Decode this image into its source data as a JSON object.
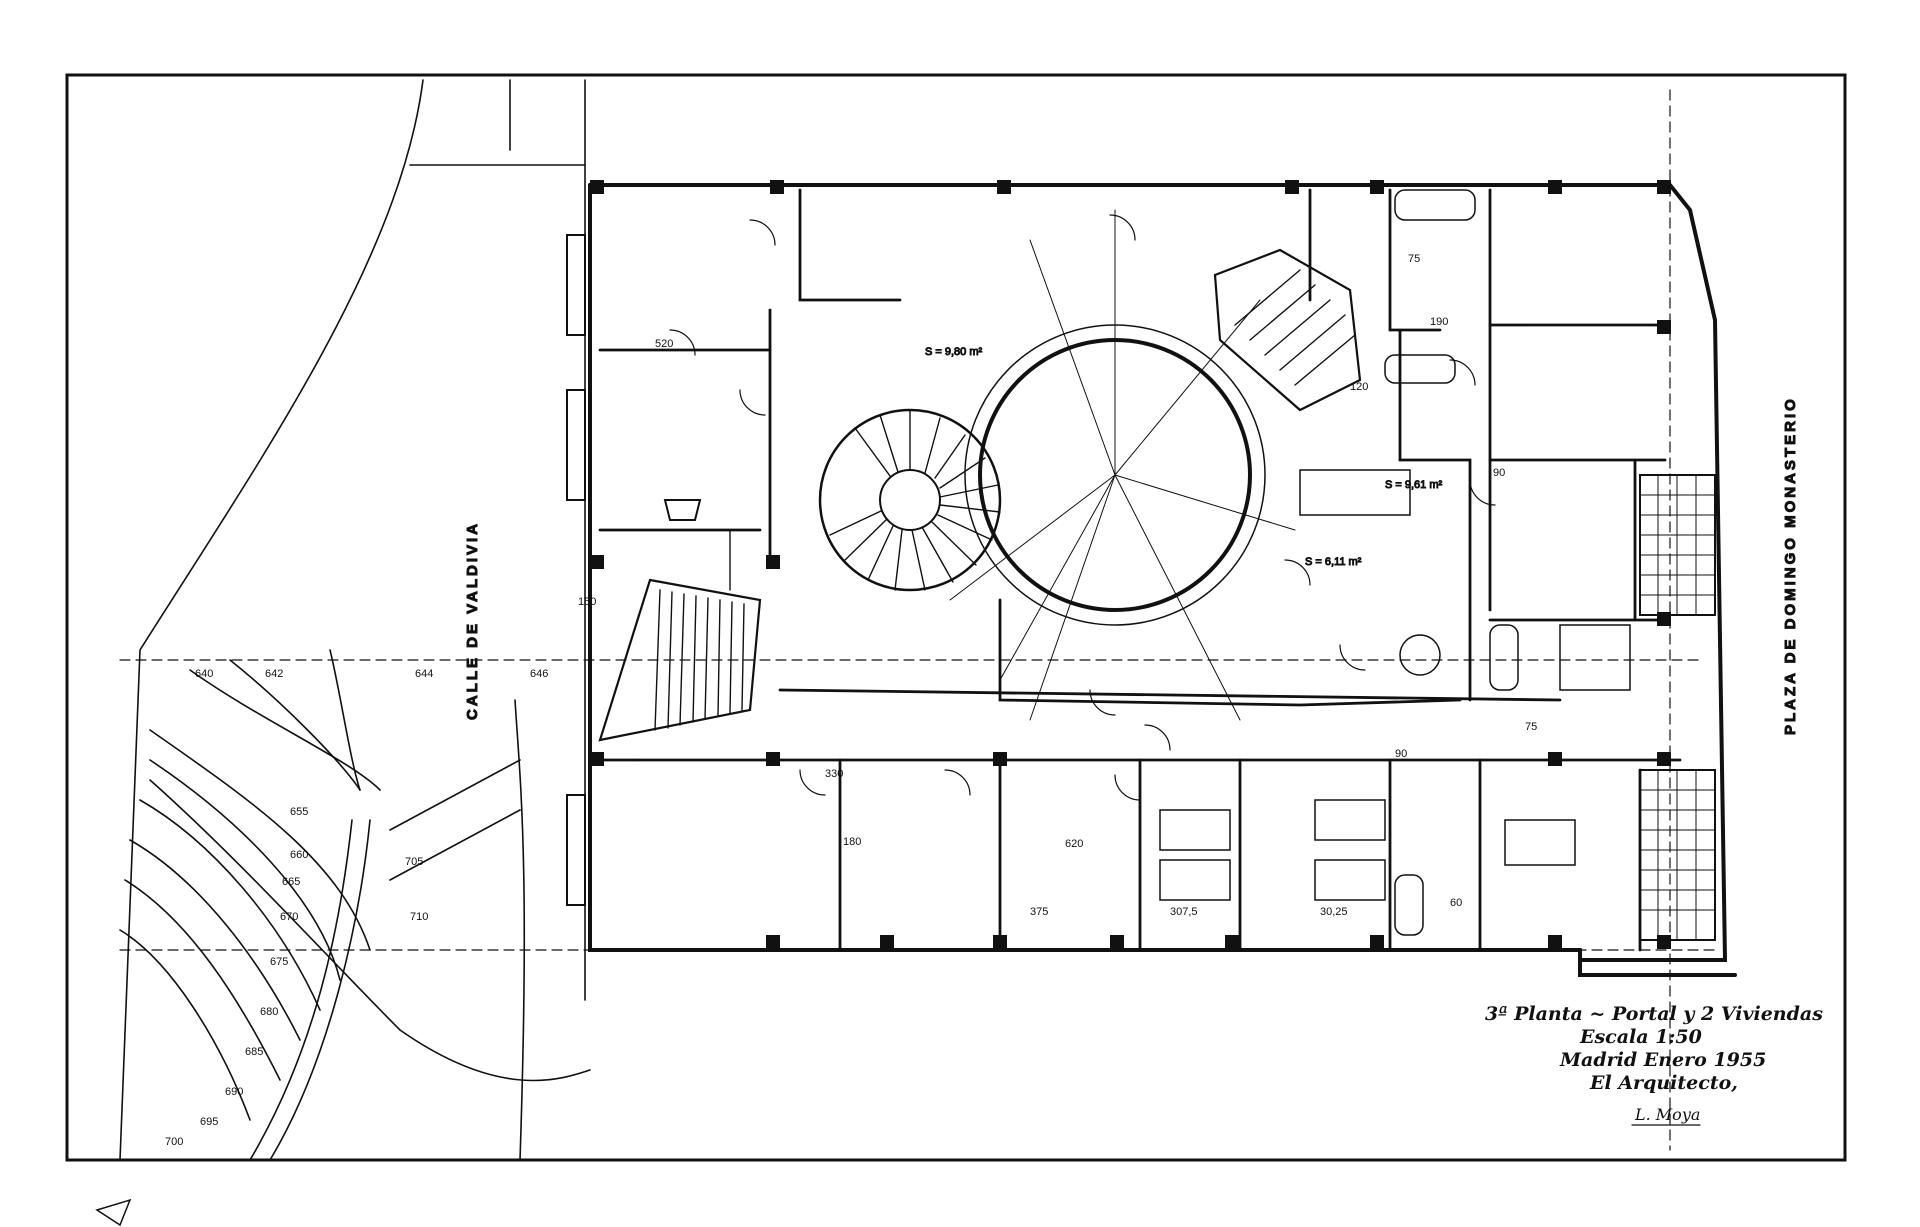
{
  "sheet": {
    "street_west": "CALLE DE VALDIVIA",
    "street_east": "PLAZA DE DOMINGO MONASTERIO",
    "title_block": {
      "line1": "3ª Planta ~ Portal y 2 Viviendas",
      "line2": "Escala 1:50",
      "line3": "Madrid Enero 1955",
      "line4": "El Arquitecto,",
      "signature": "L. Moya"
    },
    "area_labels": {
      "room_a": "S = 9,80 m²",
      "room_b": "S = 9,61 m²",
      "room_c": "S = 6,11 m²"
    },
    "dimensions": {
      "d375": "375",
      "d3075": "307,5",
      "d3025": "30,25",
      "d620": "620",
      "d520": "520",
      "d330": "330",
      "d190": "190",
      "d180": "180",
      "d90a": "90",
      "d90b": "90",
      "d75a": "75",
      "d75b": "75",
      "d60": "60",
      "d120": "120",
      "d150": "150"
    },
    "contour_labels": [
      "655",
      "660",
      "665",
      "670",
      "675",
      "680",
      "685",
      "690",
      "695",
      "700",
      "705",
      "710"
    ],
    "street_levels": [
      "640",
      "642",
      "644",
      "646"
    ]
  }
}
